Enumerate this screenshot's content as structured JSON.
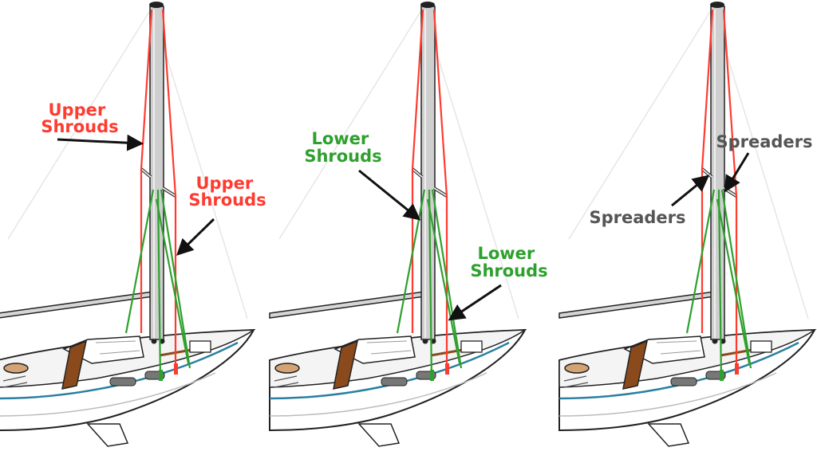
{
  "colors": {
    "upper": "#ff3b30",
    "lower": "#2ea02e",
    "spreader_label": "#555555",
    "hull": "#ffffff",
    "outline": "#222222",
    "wood": "#8a4a1c",
    "mast": "#cfcfcf",
    "hull_stripe": "#2a7fa0"
  },
  "panels": [
    {
      "labels": [
        {
          "lines": [
            "Upper",
            "Shrouds"
          ],
          "kind": "upper"
        },
        {
          "lines": [
            "Upper",
            "Shrouds"
          ],
          "kind": "upper"
        }
      ]
    },
    {
      "labels": [
        {
          "lines": [
            "Lower",
            "Shrouds"
          ],
          "kind": "lower"
        },
        {
          "lines": [
            "Lower",
            "Shrouds"
          ],
          "kind": "lower"
        }
      ]
    },
    {
      "labels": [
        {
          "lines": [
            "Spreaders"
          ],
          "kind": "spreader"
        },
        {
          "lines": [
            "Spreaders"
          ],
          "kind": "spreader"
        }
      ]
    }
  ]
}
